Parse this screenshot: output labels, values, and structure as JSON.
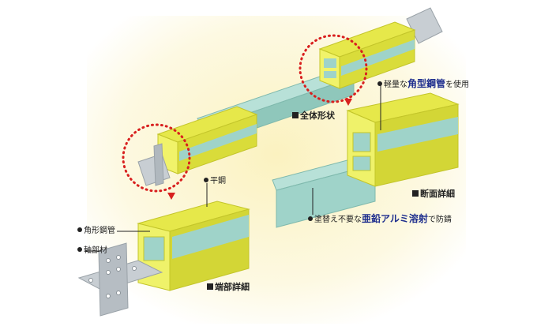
{
  "labels": {
    "overall_shape": "全体形状",
    "section_detail": "断面詳細",
    "end_detail": "端部詳細",
    "flat_steel": "平鋼",
    "square_pipe": "角形鋼管",
    "end_member": "軸部材",
    "light_prefix": "軽量な",
    "light_em": "角型鋼管",
    "light_suffix": "を使用",
    "coat_prefix": "塗替え不要な",
    "coat_em": "亜鉛アルミ溶射",
    "coat_suffix": "で防錆"
  },
  "colors": {
    "yellow": "#e6e84a",
    "yellow_dark": "#c9cc2e",
    "teal": "#9fd3c9",
    "teal_dark": "#6fb7ab",
    "plate": "#c8ced3",
    "accent_dots": "#d8201f",
    "background_glow": "#fbf6d2"
  }
}
